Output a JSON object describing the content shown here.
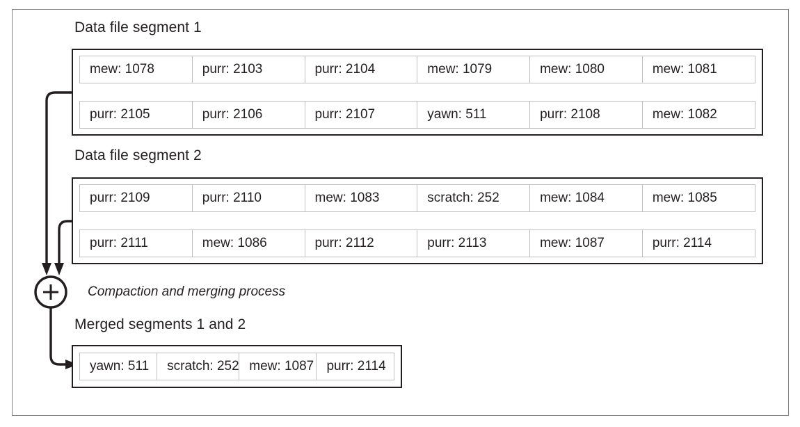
{
  "figure": {
    "title_segment1": "Data file segment 1",
    "title_segment2": "Data file segment 2",
    "title_merged": "Merged segments 1 and 2",
    "process_caption": "Compaction and merging process",
    "merge_node_symbol": "+",
    "colors": {
      "frame": "#808285",
      "segment_border": "#231f20",
      "cell_border": "#bcbec0",
      "text": "#231f20",
      "background": "#ffffff"
    }
  },
  "segment1": {
    "label": "Data file segment 1",
    "rows": [
      [
        "mew: 1078",
        "purr: 2103",
        "purr: 2104",
        "mew: 1079",
        "mew: 1080",
        "mew: 1081"
      ],
      [
        "purr: 2105",
        "purr: 2106",
        "purr: 2107",
        "yawn: 511",
        "purr: 2108",
        "mew: 1082"
      ]
    ]
  },
  "segment2": {
    "label": "Data file segment 2",
    "rows": [
      [
        "purr: 2109",
        "purr: 2110",
        "mew: 1083",
        "scratch: 252",
        "mew: 1084",
        "mew: 1085"
      ],
      [
        "purr: 2111",
        "mew: 1086",
        "purr: 2112",
        "purr: 2113",
        "mew: 1087",
        "purr: 2114"
      ]
    ]
  },
  "merged": {
    "label": "Merged segments 1 and 2",
    "rows": [
      [
        "yawn: 511",
        "scratch: 252",
        "mew: 1087",
        "purr: 2114"
      ]
    ]
  }
}
